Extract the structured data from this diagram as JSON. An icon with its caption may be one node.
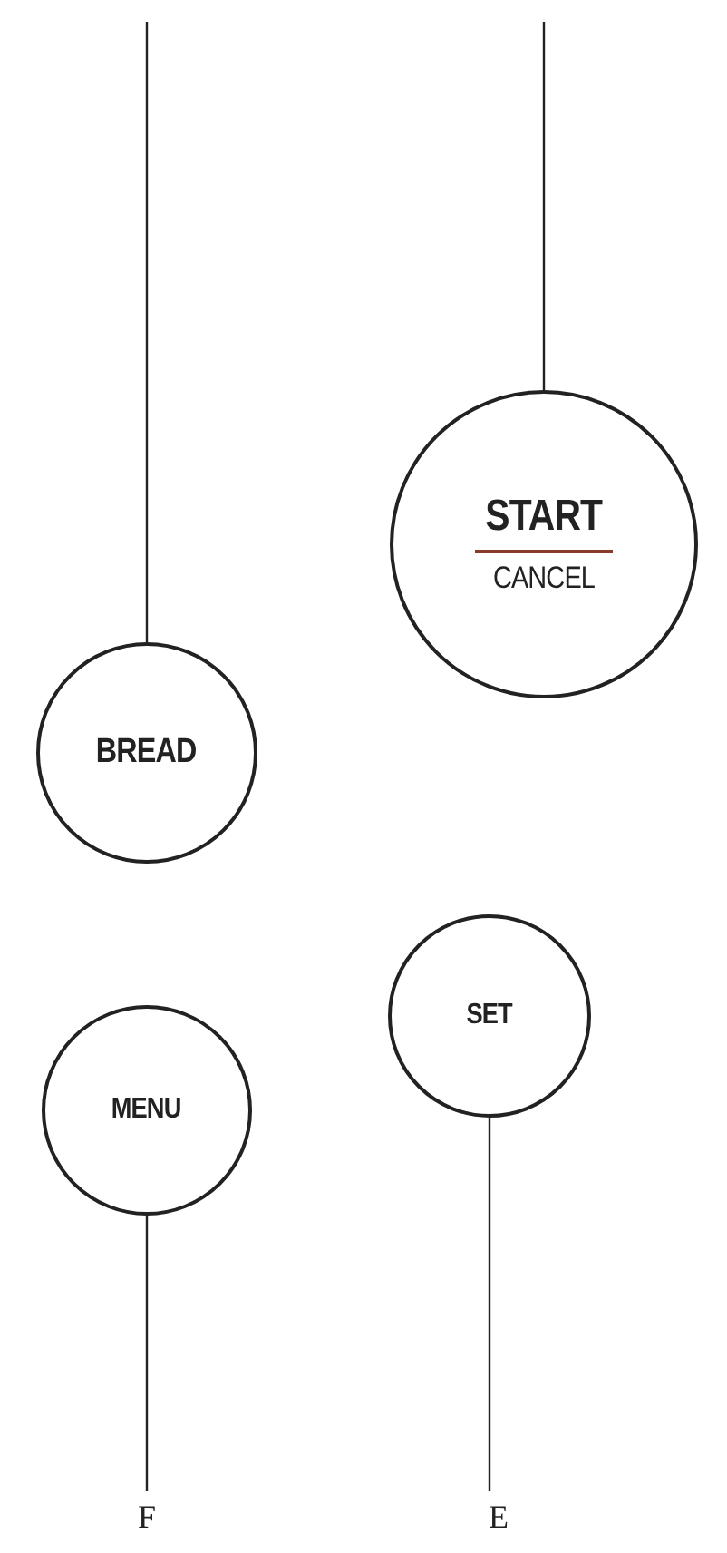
{
  "diagram": {
    "nodes": [
      {
        "text": [
          "START",
          "CANCEL"
        ]
      },
      {
        "text": [
          "BREAD"
        ]
      },
      {
        "text": [
          "SET"
        ]
      },
      {
        "text": [
          "MENU"
        ]
      },
      {
        "text": [
          "F"
        ]
      },
      {
        "text": [
          "E"
        ]
      }
    ],
    "edges": [
      {
        "from": null,
        "to": 0,
        "arrow": "none"
      },
      {
        "from": null,
        "to": 1,
        "arrow": "none"
      },
      {
        "from": 5,
        "to": 2,
        "arrow": "none"
      },
      {
        "from": 4,
        "to": 3,
        "arrow": "none"
      }
    ]
  }
}
